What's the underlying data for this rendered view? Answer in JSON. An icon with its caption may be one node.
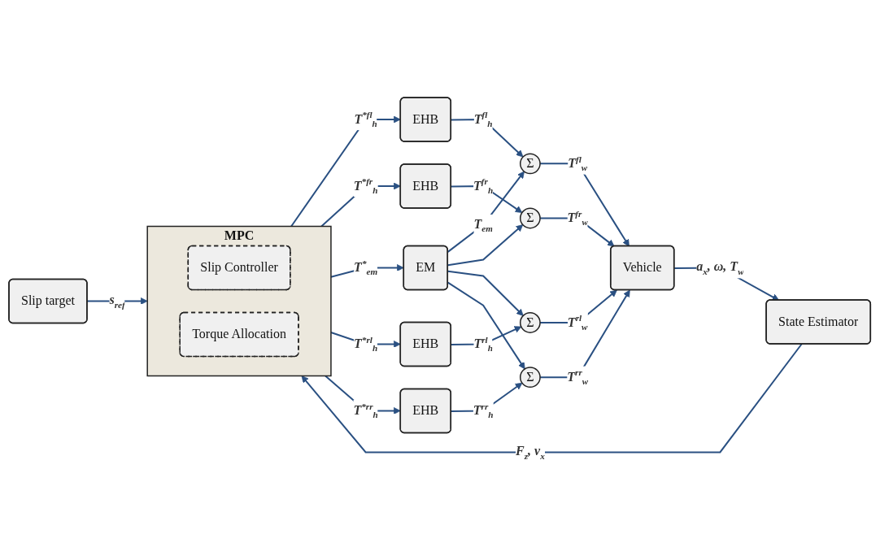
{
  "diagram": {
    "nodes": [
      {
        "text": [
          "Slip target"
        ]
      },
      {
        "text": [
          "MPC"
        ]
      },
      {
        "text": [
          "Slip Controller"
        ],
        "in": 1
      },
      {
        "text": [
          "Torque Allocation"
        ],
        "in": 1
      },
      {
        "text": [
          "EHB"
        ]
      },
      {
        "text": [
          "EHB"
        ]
      },
      {
        "text": [
          "EM"
        ]
      },
      {
        "text": [
          "EHB"
        ]
      },
      {
        "text": [
          "EHB"
        ]
      },
      {
        "text": [
          "Σ"
        ]
      },
      {
        "text": [
          "Σ"
        ]
      },
      {
        "text": [
          "Σ"
        ]
      },
      {
        "text": [
          "Σ"
        ]
      },
      {
        "text": [
          "Vehicle"
        ]
      },
      {
        "text": [
          "State Estimator"
        ]
      }
    ],
    "edges": [
      {
        "from": 0,
        "to": 1,
        "arrow": "to",
        "label": "s$_{ref}$"
      },
      {
        "from": 1,
        "to": 4,
        "arrow": "to",
        "label": "T$^{*fl}$$_{h}$"
      },
      {
        "from": 1,
        "to": 5,
        "arrow": "to",
        "label": "T$^{*fr}$$_{h}$"
      },
      {
        "from": 1,
        "to": 6,
        "arrow": "to",
        "label": "T$^{*}$$_{em}$"
      },
      {
        "from": 1,
        "to": 7,
        "arrow": "to",
        "label": "T$^{*rl}$$_{h}$"
      },
      {
        "from": 1,
        "to": 8,
        "arrow": "to",
        "label": "T$^{*rr}$$_{h}$"
      },
      {
        "from": 4,
        "to": 9,
        "arrow": "to",
        "label": "T$^{fl}$$_{h}$"
      },
      {
        "from": 5,
        "to": 10,
        "arrow": "to",
        "label": "T$^{fr}$$_{h}$"
      },
      {
        "from": 6,
        "to": 9,
        "arrow": "to",
        "label": "T$_{em}$"
      },
      {
        "from": 6,
        "to": 10,
        "arrow": "to"
      },
      {
        "from": 6,
        "to": 11,
        "arrow": "to"
      },
      {
        "from": 6,
        "to": 12,
        "arrow": "to"
      },
      {
        "from": 7,
        "to": 11,
        "arrow": "to",
        "label": "T$^{rl}$$_{h}$"
      },
      {
        "from": 8,
        "to": 12,
        "arrow": "to",
        "label": "T$^{rr}$$_{h}$"
      },
      {
        "from": 12,
        "to": 13,
        "arrow": "to",
        "label": "T$^{rr}$$_{w}$"
      },
      {
        "from": 11,
        "to": 13,
        "arrow": "to",
        "label": "T$^{rl}$$_{w}$"
      },
      {
        "from": 10,
        "to": 13,
        "arrow": "to",
        "label": "T$^{fr}$$_{w}$"
      },
      {
        "from": 9,
        "to": 13,
        "arrow": "to",
        "label": "T$^{fl}$$_{w}$"
      },
      {
        "from": 13,
        "to": 14,
        "arrow": "to",
        "label": "a$_{x}$, ω, T$_{w}$"
      },
      {
        "from": 14,
        "to": 1,
        "arrow": "to",
        "label": "F$_{z}$, v$_{x}$"
      }
    ]
  }
}
